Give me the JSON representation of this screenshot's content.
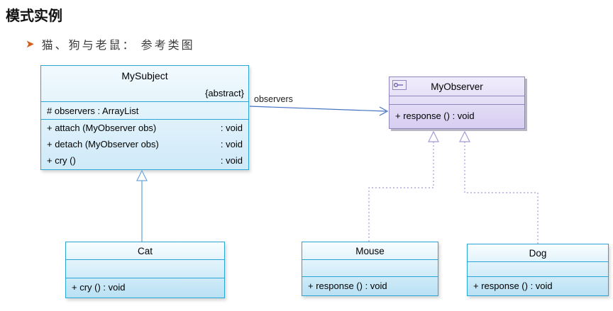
{
  "page": {
    "title": "模式实例",
    "bullet": "➤",
    "subtitle": "猫、狗与老鼠： 参考类图"
  },
  "labels": {
    "association": "observers"
  },
  "colors": {
    "class_border": "#2ba4d6",
    "class_fill": "#cfeaf8",
    "observer_border": "#8f86bd",
    "observer_fill": "#d7cef1",
    "association_line": "#4472c4",
    "generalization_line": "#6fa8dc",
    "realization_line": "#a49bd8",
    "bullet_color": "#d35c1e"
  },
  "classes": {
    "my_subject": {
      "name": "MySubject",
      "stereotype": "{abstract}",
      "attribute": "# observers : ArrayList",
      "methods": [
        {
          "sig": "+ attach (MyObserver obs)",
          "ret": ": void"
        },
        {
          "sig": "+ detach (MyObserver obs)",
          "ret": ": void"
        },
        {
          "sig": "+ cry ()",
          "ret": ": void"
        }
      ]
    },
    "my_observer": {
      "name": "MyObserver",
      "method": "+ response () : void"
    },
    "cat": {
      "name": "Cat",
      "method": "+ cry () : void"
    },
    "mouse": {
      "name": "Mouse",
      "method": "+ response () : void"
    },
    "dog": {
      "name": "Dog",
      "method": "+ response () : void"
    }
  }
}
